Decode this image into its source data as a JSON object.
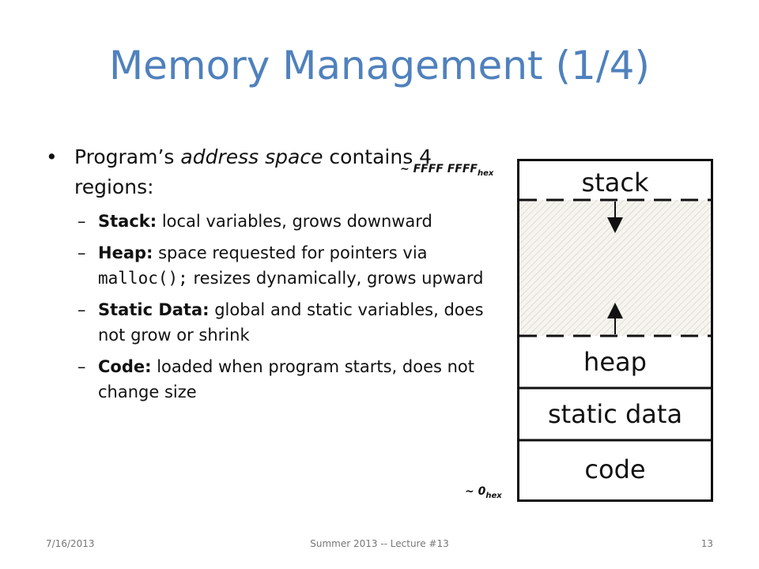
{
  "slide": {
    "title": "Memory Management (1/4)",
    "bullet": {
      "marker": "•",
      "text_1": "Program’s ",
      "text_em": "address space",
      "text_2": " contains 4 regions:"
    },
    "sub_bullets": [
      {
        "marker": "–",
        "label": "Stack:",
        "text": "  local variables, grows downward"
      },
      {
        "marker": "–",
        "label": "Heap:",
        "text_1": "  space requested for pointers via ",
        "code": "malloc();",
        "text_2": " resizes dynamically, grows upward"
      },
      {
        "marker": "–",
        "label": "Static Data:",
        "text": "  global and static variables, does not grow or shrink"
      },
      {
        "marker": "–",
        "label": "Code:",
        "text": "  loaded when program starts, does not change size"
      }
    ]
  },
  "memory_diagram": {
    "top_address": "~ FFFF FFFF",
    "top_address_sub": "hex",
    "bottom_address": "~ 0",
    "bottom_address_sub": "hex",
    "regions": {
      "stack": "stack",
      "heap": "heap",
      "static_data": "static data",
      "code": "code"
    }
  },
  "footer": {
    "date": "7/16/2013",
    "course": "Summer 2013 -- Lecture #13",
    "page": "13"
  }
}
